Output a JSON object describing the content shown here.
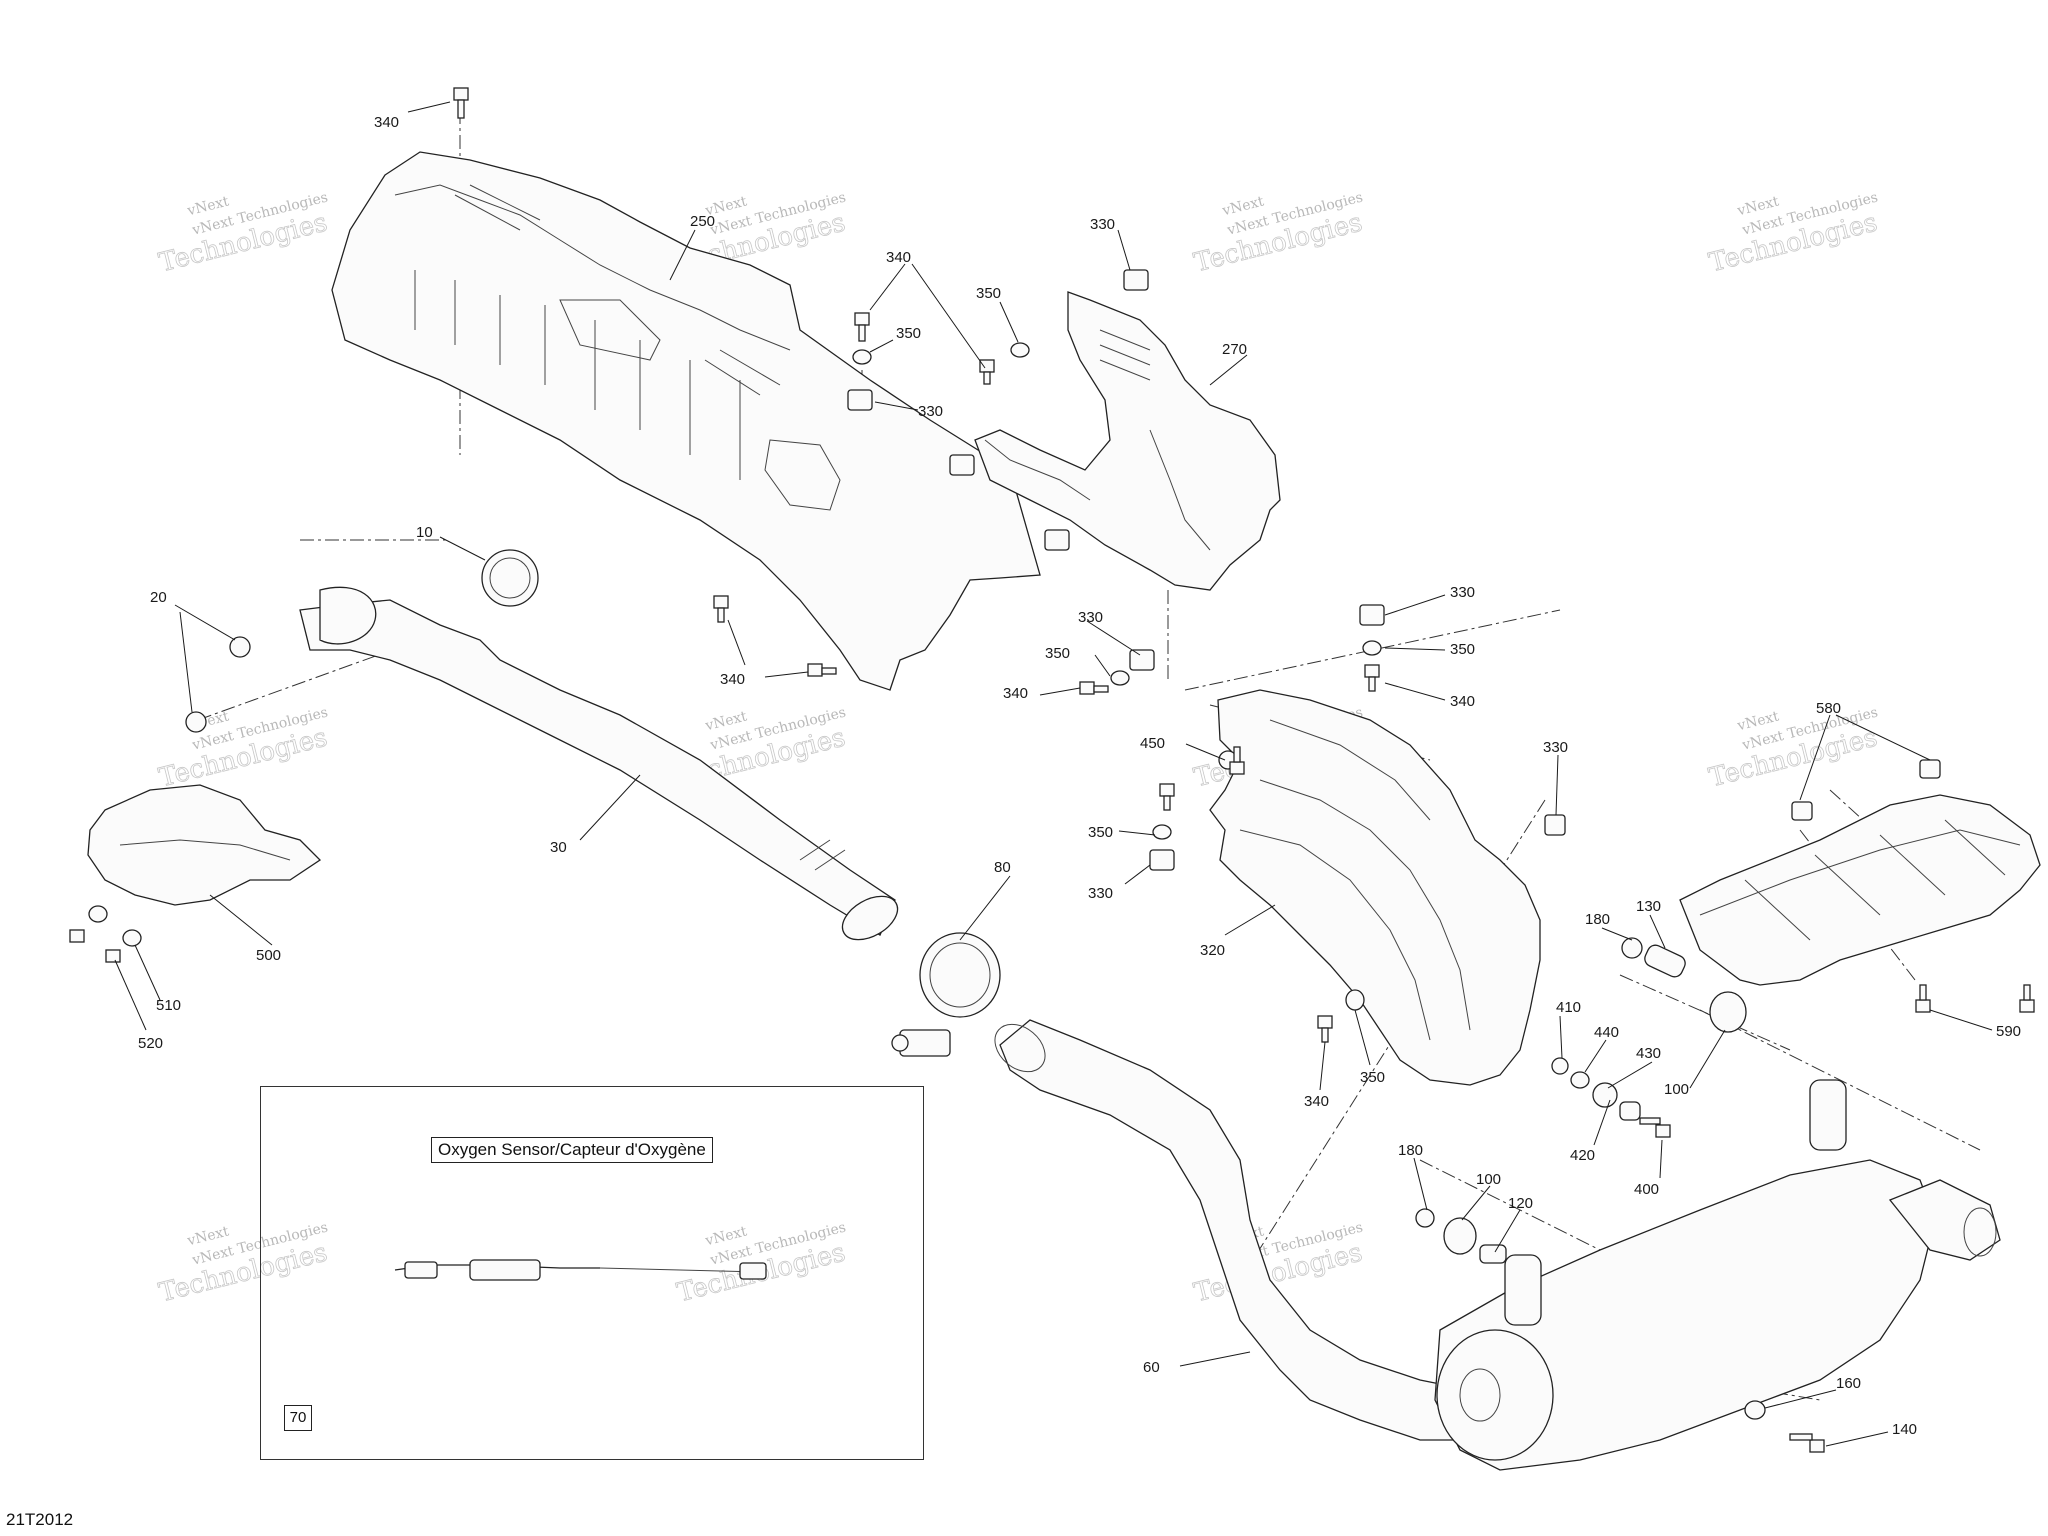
{
  "drawing_number": "21T2012",
  "watermark": {
    "line1": "vNext Technologies",
    "line2": "Technologies",
    "mark": "vNext"
  },
  "inset": {
    "title": "Oxygen Sensor/Capteur d'Oxygène",
    "ref": "70"
  },
  "callouts": [
    "340",
    "250",
    "330",
    "340",
    "350",
    "350",
    "330",
    "270",
    "10",
    "20",
    "30",
    "500",
    "510",
    "520",
    "340",
    "80",
    "330",
    "350",
    "340",
    "450",
    "350",
    "330",
    "330",
    "350",
    "340",
    "330",
    "320",
    "580",
    "180",
    "130",
    "410",
    "440",
    "430",
    "100",
    "340",
    "350",
    "420",
    "400",
    "590",
    "180",
    "100",
    "120",
    "60",
    "160",
    "140"
  ]
}
